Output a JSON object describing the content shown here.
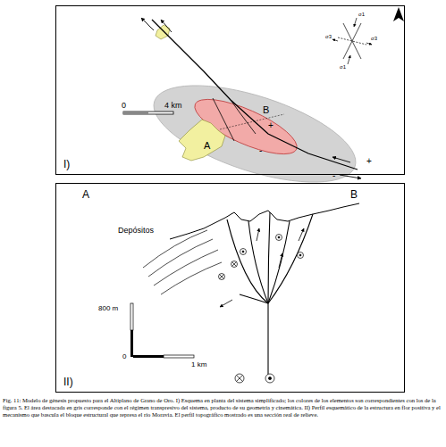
{
  "diagram": {
    "caption": "Fig. 11: Modelo de génesis propuesto para el Altiplano de Grano de Oro. I) Esquema en planta del sistema simplificado; los colores de los elementos son correspondientes con los de la figura 5. El área destacada en gris corresponde con el régimen transpresivo del sistema, producto de su geometría y cinemática. II) Perfil esquemático de la estructura en flor positiva y el mecanismo que bascula el bloque estructural que represa el río Moravia. El perfil topográfico mostrado es una sección real de relieve.",
    "nodes": [
      {
        "text": [
          "I)"
        ]
      },
      {
        "text": [
          "II)"
        ]
      }
    ],
    "labels": [
      "0",
      "4 km",
      "A",
      "B",
      "+",
      "-",
      "+",
      "-",
      "σ1",
      "σ3",
      "σ3",
      "σ1",
      "A",
      "B",
      "Depósitos",
      "800 m",
      "0",
      "1 km"
    ]
  }
}
